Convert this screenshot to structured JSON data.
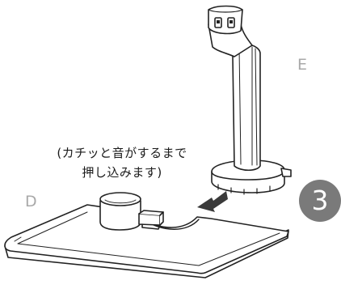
{
  "diagram": {
    "parts": {
      "stand_pole_label": "E",
      "base_label": "D"
    },
    "instruction": {
      "line1": "(カチッと音がするまで",
      "line2": "押し込みます)"
    },
    "step_number": "3",
    "colors": {
      "line": "#222222",
      "label_gray": "#a9a9a9",
      "step_badge": "#7a7a7a",
      "arrow": "#3a3a3a"
    }
  }
}
